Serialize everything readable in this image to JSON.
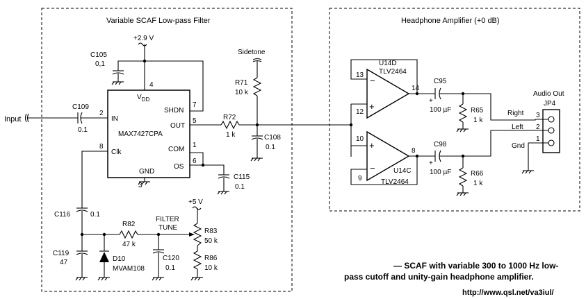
{
  "titles": {
    "filter": "Variable SCAF Low-pass Filter",
    "amp": "Headphone Amplifier (+0 dB)"
  },
  "chip": {
    "name": "MAX7427CPA",
    "vdd": "V",
    "vdd_sub": "DD",
    "in": "IN",
    "out": "OUT",
    "shdn": "SHDN",
    "clk": "Clk",
    "com": "COM",
    "os": "OS",
    "gnd": "GND",
    "p4": "4",
    "p7": "7",
    "p2": "2",
    "p5": "5",
    "p8": "8",
    "p1": "1",
    "p6": "6",
    "p3": "3"
  },
  "supply": {
    "v29": "+2.9 V",
    "v5": "+5 V"
  },
  "labels": {
    "input": "Input",
    "sidetone": "Sidetone",
    "c105": "C105",
    "c105v": "0,1",
    "c109": "C109",
    "c109v": "0.1",
    "r71": "R71",
    "r71v": "10 k",
    "r72": "R72",
    "r72v": "1 k",
    "c108": "C108",
    "c108v": "0.1",
    "c115": "C115",
    "c115v": "0.1",
    "c116": "C116",
    "c116v": "0.1",
    "c119": "C119",
    "c119v": "47",
    "r82": "R82",
    "r82v": "47 k",
    "d10": "D10",
    "d10v": "MVAM108",
    "c120": "C120",
    "c120v": "0.1",
    "ft1": "FILTER",
    "ft2": "TUNE",
    "r83": "R83",
    "r83v": "50 k",
    "r86": "R86",
    "r86v": "10 k",
    "u14d": "U14D",
    "u14dv": "TLV2464",
    "u14c": "U14C",
    "u14cv": "TLV2464",
    "p13": "13",
    "p14": "14",
    "p12": "12",
    "p10": "10",
    "p8b": "8",
    "p9": "9",
    "c95": "C95",
    "c95v": "100 µF",
    "c98": "C98",
    "c98v": "100 µF",
    "r65": "R65",
    "r65v": "1 k",
    "r66": "R66",
    "r66v": "1 k",
    "audioout": "Audio Out",
    "jp4": "JP4",
    "right": "Right",
    "left": "Left",
    "gnd": "Gnd",
    "j3": "3",
    "j2": "2",
    "j1": "1",
    "plus": "+",
    "minus": "−"
  },
  "caption": {
    "line1": "— SCAF with variable 300 to 1000 Hz low-",
    "line2": "pass cutoff and unity-gain headphone amplifier.",
    "url": "http://www.qsl.net/va3iul/"
  }
}
